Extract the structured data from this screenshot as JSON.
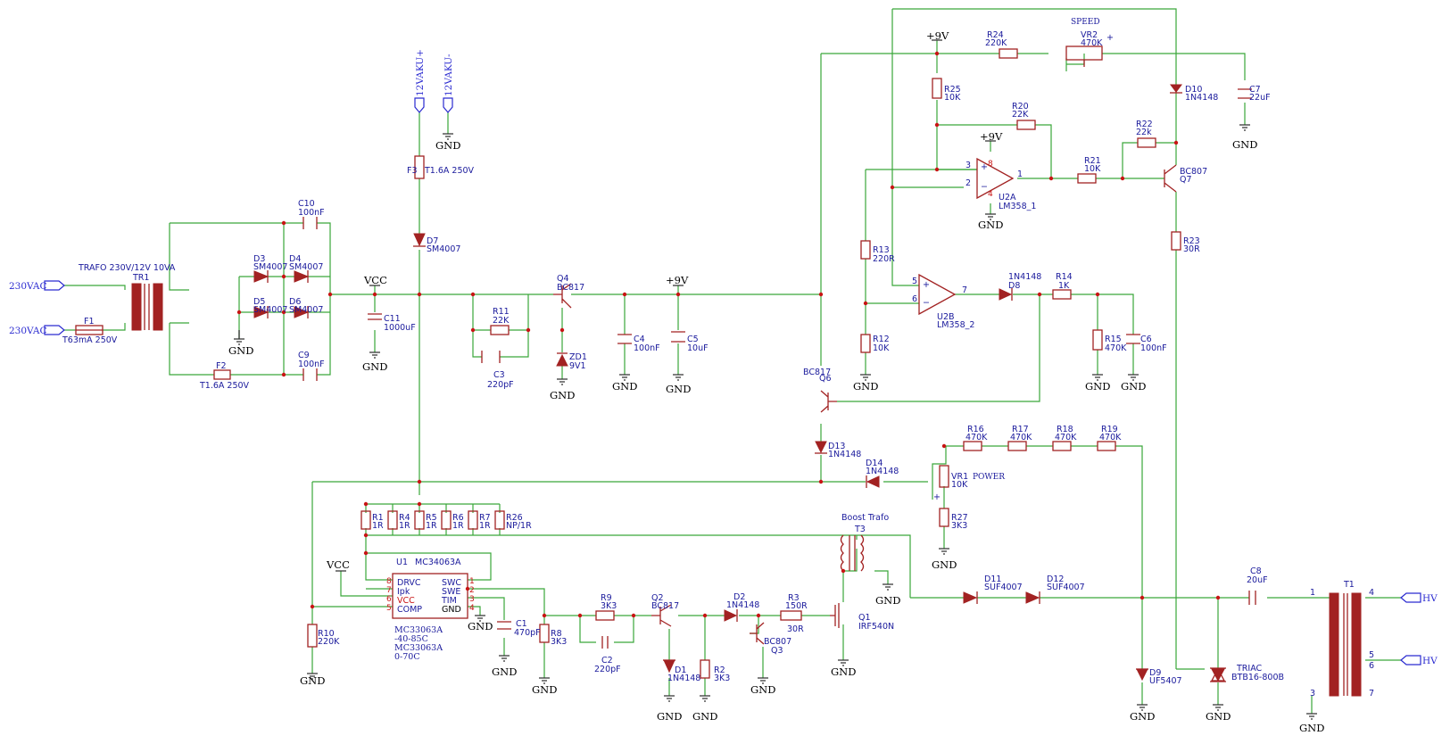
{
  "net_labels": {
    "gnd": "GND",
    "vcc": "VCC",
    "p9v": "+9V",
    "ac_in_1": "230VAC",
    "ac_in_2": "230VAC",
    "batt_pos": "12VAKU+",
    "batt_neg": "12VAKU-",
    "hv_1": "HV",
    "hv_2": "HV",
    "speed": "SPEED",
    "power": "POWER",
    "boost_trafo": "Boost Trafo",
    "trafo_title": "TRAFO 230V/12V 10VA"
  },
  "components": {
    "tr1": {
      "ref": "TR1"
    },
    "f1": {
      "ref": "F1",
      "value": "T63mA 250V"
    },
    "f2": {
      "ref": "F2",
      "value": "T1.6A 250V"
    },
    "f3": {
      "ref": "F3",
      "value": "T1.6A 250V"
    },
    "c10": {
      "ref": "C10",
      "value": "100nF"
    },
    "c9": {
      "ref": "C9",
      "value": "100nF"
    },
    "d3": {
      "ref": "D3",
      "value": "SM4007"
    },
    "d4": {
      "ref": "D4",
      "value": "SM4007"
    },
    "d5": {
      "ref": "D5",
      "value": "SM4007"
    },
    "d6": {
      "ref": "D6",
      "value": "SM4007"
    },
    "d7": {
      "ref": "D7",
      "value": "SM4007"
    },
    "c11": {
      "ref": "C11",
      "value": "1000uF"
    },
    "q4": {
      "ref": "Q4",
      "value": "BC817"
    },
    "r11": {
      "ref": "R11",
      "value": "22K"
    },
    "c3": {
      "ref": "C3",
      "value": "220pF"
    },
    "zd1": {
      "ref": "ZD1",
      "value": "9V1"
    },
    "c4": {
      "ref": "C4",
      "value": "100nF"
    },
    "c5": {
      "ref": "C5",
      "value": "10uF"
    },
    "r24": {
      "ref": "R24",
      "value": "220K"
    },
    "vr2": {
      "ref": "VR2",
      "value": "470K"
    },
    "c7": {
      "ref": "C7",
      "value": "22uF"
    },
    "d10": {
      "ref": "D10",
      "value": "1N4148"
    },
    "r25": {
      "ref": "R25",
      "value": "10K"
    },
    "r20": {
      "ref": "R20",
      "value": "22K"
    },
    "r22": {
      "ref": "R22",
      "value": "22k"
    },
    "r21": {
      "ref": "R21",
      "value": "10K"
    },
    "q7": {
      "ref": "Q7",
      "value": "BC807"
    },
    "u2a": {
      "ref": "U2A",
      "value": "LM358_1"
    },
    "r23": {
      "ref": "R23",
      "value": "30R"
    },
    "r13": {
      "ref": "R13",
      "value": "220R"
    },
    "u2b": {
      "ref": "U2B",
      "value": "LM358_2"
    },
    "d8": {
      "ref": "D8",
      "value": "1N4148"
    },
    "r14": {
      "ref": "R14",
      "value": "1K"
    },
    "r12": {
      "ref": "R12",
      "value": "10K"
    },
    "r15": {
      "ref": "R15",
      "value": "470K"
    },
    "c6": {
      "ref": "C6",
      "value": "100nF"
    },
    "q6": {
      "ref": "Q6",
      "value": "BC817"
    },
    "d13": {
      "ref": "D13",
      "value": "1N4148"
    },
    "d14": {
      "ref": "D14",
      "value": "1N4148"
    },
    "r16": {
      "ref": "R16",
      "value": "470K"
    },
    "r17": {
      "ref": "R17",
      "value": "470K"
    },
    "r18": {
      "ref": "R18",
      "value": "470K"
    },
    "r19": {
      "ref": "R19",
      "value": "470K"
    },
    "vr1": {
      "ref": "VR1",
      "value": "10K"
    },
    "r27": {
      "ref": "R27",
      "value": "3K3"
    },
    "r1": {
      "ref": "R1",
      "value": "1R"
    },
    "r4": {
      "ref": "R4",
      "value": "1R"
    },
    "r5": {
      "ref": "R5",
      "value": "1R"
    },
    "r6": {
      "ref": "R6",
      "value": "1R"
    },
    "r7": {
      "ref": "R7",
      "value": "1R"
    },
    "r26": {
      "ref": "R26",
      "value": "NP/1R"
    },
    "t3": {
      "ref": "T3"
    },
    "u1": {
      "ref": "U1",
      "value": "MC34063A"
    },
    "r10": {
      "ref": "R10",
      "value": "220K"
    },
    "c1": {
      "ref": "C1",
      "value": "470pF"
    },
    "r8": {
      "ref": "R8",
      "value": "3K3"
    },
    "r9": {
      "ref": "R9",
      "value": "3K3"
    },
    "c2": {
      "ref": "C2",
      "value": "220pF"
    },
    "q2": {
      "ref": "Q2",
      "value": "BC817"
    },
    "d1": {
      "ref": "D1",
      "value": "1N4148"
    },
    "d2": {
      "ref": "D2",
      "value": "1N4148"
    },
    "r2": {
      "ref": "R2",
      "value": "3K3"
    },
    "q3": {
      "ref": "Q3",
      "value": "BC807"
    },
    "r3": {
      "ref": "R3",
      "value": "150R",
      "alt": "30R"
    },
    "q1": {
      "ref": "Q1",
      "value": "IRF540N"
    },
    "d11": {
      "ref": "D11",
      "value": "SUF4007"
    },
    "d12": {
      "ref": "D12",
      "value": "SUF4007"
    },
    "d9": {
      "ref": "D9",
      "value": "UF5407"
    },
    "c8": {
      "ref": "C8",
      "value": "20uF"
    },
    "triac": {
      "ref": "TRIAC",
      "value": "BTB16-800B"
    },
    "t1": {
      "ref": "T1"
    }
  },
  "u1_pins": {
    "drvc": "DRVC",
    "ipk": "Ipk",
    "vcc": "VCC",
    "comp": "COMP",
    "swc": "SWC",
    "swe": "SWE",
    "tim": "TIM",
    "gnd": "GND"
  },
  "u1_notes": [
    "MC33063A",
    "-40-85C",
    "MC33063A",
    "0-70C"
  ],
  "colors": {
    "wire": "#3aa63a",
    "part": "#a22222",
    "text": "#1a1a9c",
    "port": "#2a2ad0"
  }
}
